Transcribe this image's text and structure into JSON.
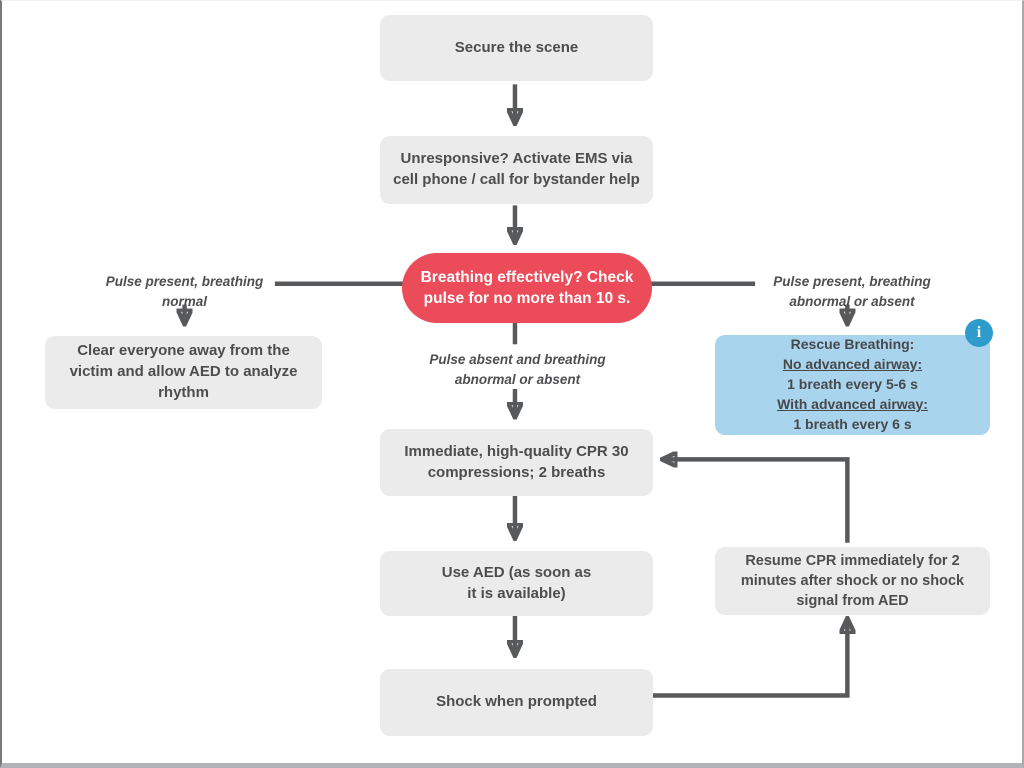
{
  "title": "CPR / AED response flowchart",
  "colors": {
    "node_bg": "#ebebeb",
    "node_text": "#4d4d4d",
    "alert_bg": "#ec4b59",
    "alert_text": "#ffffff",
    "rescue_bg": "#a9d4ee",
    "info_icon_bg": "#2e9ccb",
    "connector": "#58595b"
  },
  "nodes": {
    "secure": {
      "lines": [
        "Secure the scene"
      ]
    },
    "unresponsive": {
      "lines": [
        "Unresponsive? Activate EMS via",
        "cell phone / call for bystander help"
      ]
    },
    "breathing_check": {
      "lines": [
        "Breathing effectively? Check",
        "pulse for no more than 10 s."
      ]
    },
    "clear_away": {
      "lines": [
        "Clear everyone away from the",
        "victim and allow AED to analyze",
        "rhythm"
      ]
    },
    "rescue_breathing": {
      "lines": [
        "Rescue Breathing:",
        "No advanced airway:",
        "1 breath every 5-6 s",
        "With advanced airway:",
        "1 breath every 6 s"
      ]
    },
    "cpr": {
      "lines": [
        "Immediate, high-quality CPR 30",
        "compressions; 2 breaths"
      ]
    },
    "use_aed": {
      "lines": [
        "Use AED (as soon as",
        "it is available)"
      ]
    },
    "resume_cpr": {
      "lines": [
        "Resume CPR immediately for 2",
        "minutes after shock or no shock",
        "signal from AED"
      ]
    },
    "shock": {
      "lines": [
        "Shock when prompted"
      ]
    }
  },
  "labels": {
    "left": {
      "lines": [
        "Pulse present, breathing",
        "normal"
      ]
    },
    "right": {
      "lines": [
        "Pulse present, breathing",
        "abnormal or absent"
      ]
    },
    "mid": {
      "lines": [
        "Pulse absent and breathing",
        "abnormal or absent"
      ]
    }
  },
  "icons": {
    "info": "i"
  }
}
